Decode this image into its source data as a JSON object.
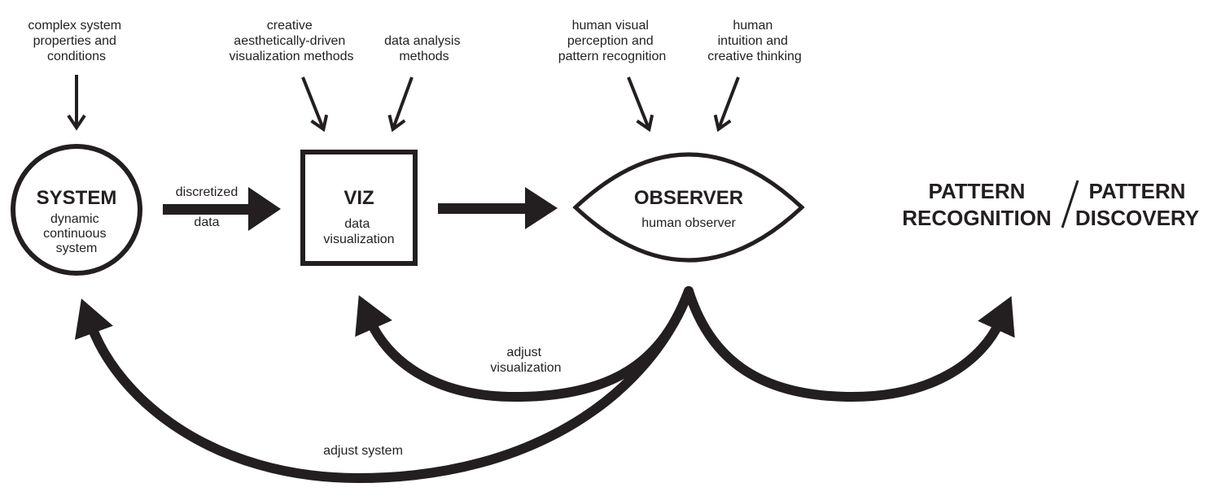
{
  "colors": {
    "ink": "#231f20",
    "background": "#ffffff"
  },
  "inputs": {
    "system_input": [
      "complex system",
      "properties and",
      "conditions"
    ],
    "viz_creative": [
      "creative",
      "aesthetically-driven",
      "visualization methods"
    ],
    "viz_analysis": [
      "data analysis",
      "methods"
    ],
    "observer_perception": [
      "human visual",
      "perception and",
      "pattern recognition"
    ],
    "observer_intuition": [
      "human",
      "intuition and",
      "creative thinking"
    ]
  },
  "nodes": {
    "system": {
      "title": "SYSTEM",
      "subtitle": [
        "dynamic",
        "continuous",
        "system"
      ]
    },
    "viz": {
      "title": "VIZ",
      "subtitle": [
        "data",
        "visualization"
      ]
    },
    "observer": {
      "title": "OBSERVER",
      "subtitle": "human observer"
    }
  },
  "edges": {
    "system_to_viz": [
      "discretized",
      "data"
    ],
    "adjust_viz": [
      "adjust",
      "visualization"
    ],
    "adjust_system": "adjust system"
  },
  "outcome": {
    "left": [
      "PATTERN",
      "RECOGNITION"
    ],
    "right": [
      "PATTERN",
      "DISCOVERY"
    ]
  }
}
